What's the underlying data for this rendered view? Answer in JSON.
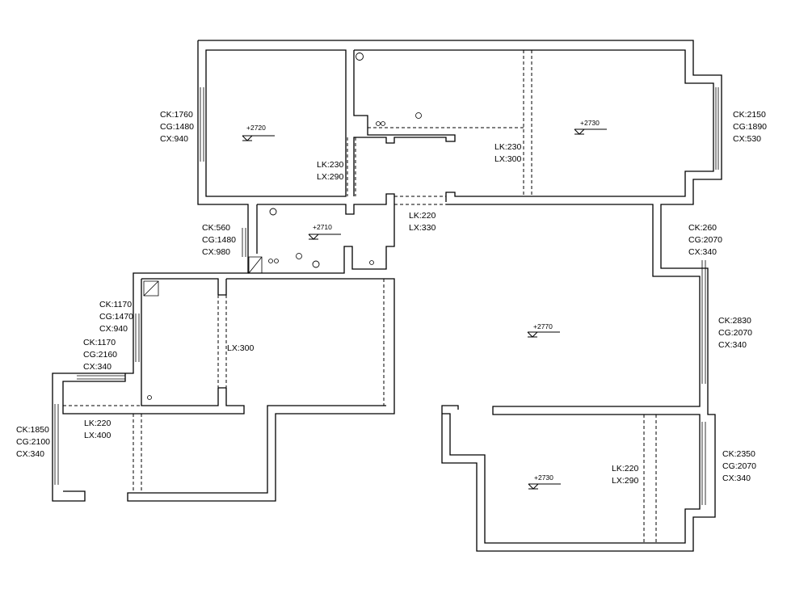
{
  "window_annotations": [
    {
      "id": "ann-w-bedroom-left",
      "lines": [
        "CK:1760",
        "CG:1480",
        "CX:940"
      ]
    },
    {
      "id": "ann-w-right-top",
      "lines": [
        "CK:2150",
        "CG:1890",
        "CX:530"
      ]
    },
    {
      "id": "ann-w-bath",
      "lines": [
        "CK:560",
        "CG:1480",
        "CX:980"
      ]
    },
    {
      "id": "ann-w-right-1",
      "lines": [
        "CK:260",
        "CG:2070",
        "CX:340"
      ]
    },
    {
      "id": "ann-w-kitchen",
      "lines": [
        "CK:1170",
        "CG:1470",
        "CX:940"
      ]
    },
    {
      "id": "ann-w-right-2",
      "lines": [
        "CK:2830",
        "CG:2070",
        "CX:340"
      ]
    },
    {
      "id": "ann-w-balcony-top",
      "lines": [
        "CK:1170",
        "CG:2160",
        "CX:340"
      ]
    },
    {
      "id": "ann-w-right-3",
      "lines": [
        "CK:2350",
        "CG:2070",
        "CX:340"
      ]
    },
    {
      "id": "ann-w-balcony-left",
      "lines": [
        "CK:1850",
        "CG:2100",
        "CX:340"
      ]
    }
  ],
  "opening_annotations": [
    {
      "id": "ann-o-bedroom",
      "lines": [
        "LK:230",
        "LX:290"
      ]
    },
    {
      "id": "ann-o-room-top",
      "lines": [
        "LK:230",
        "LX:300"
      ]
    },
    {
      "id": "ann-o-corridor",
      "lines": [
        "LK:220",
        "LX:330"
      ]
    },
    {
      "id": "ann-o-kitchen",
      "lines": [
        "LX:300"
      ]
    },
    {
      "id": "ann-o-balcony",
      "lines": [
        "LK:220",
        "LX:400"
      ]
    },
    {
      "id": "ann-o-bedroom-bottom",
      "lines": [
        "LK:220",
        "LX:290"
      ]
    }
  ],
  "elevations": [
    {
      "id": "elev-bedroom-left",
      "value": "+2720"
    },
    {
      "id": "elev-room-top",
      "value": "+2730"
    },
    {
      "id": "elev-bathroom",
      "value": "+2710"
    },
    {
      "id": "elev-living",
      "value": "+2770"
    },
    {
      "id": "elev-bedroom-bottom",
      "value": "+2730"
    }
  ]
}
